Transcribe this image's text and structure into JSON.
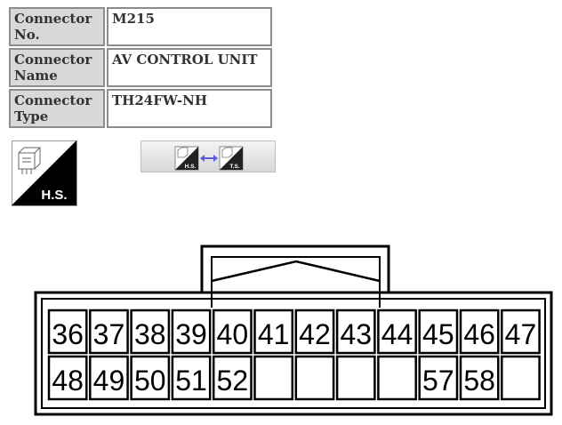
{
  "connector_info": [
    {
      "label": "Connector No.",
      "value": "M215"
    },
    {
      "label": "Connector Name",
      "value": "AV CONTROL UNIT"
    },
    {
      "label": "Connector Type",
      "value": "TH24FW-NH"
    }
  ],
  "hs_badge": {
    "text": "H.S.",
    "icon": "harness-side-connector-icon"
  },
  "switch_button": {
    "left_text": "H.S.",
    "right_text": "T.S.",
    "icon": "swap-arrow-icon"
  },
  "connector": {
    "top_row": [
      "36",
      "37",
      "38",
      "39",
      "40",
      "41",
      "42",
      "43",
      "44",
      "45",
      "46",
      "47"
    ],
    "bottom_row": [
      "48",
      "49",
      "50",
      "51",
      "52",
      "",
      "",
      "",
      "",
      "57",
      "58",
      ""
    ]
  }
}
